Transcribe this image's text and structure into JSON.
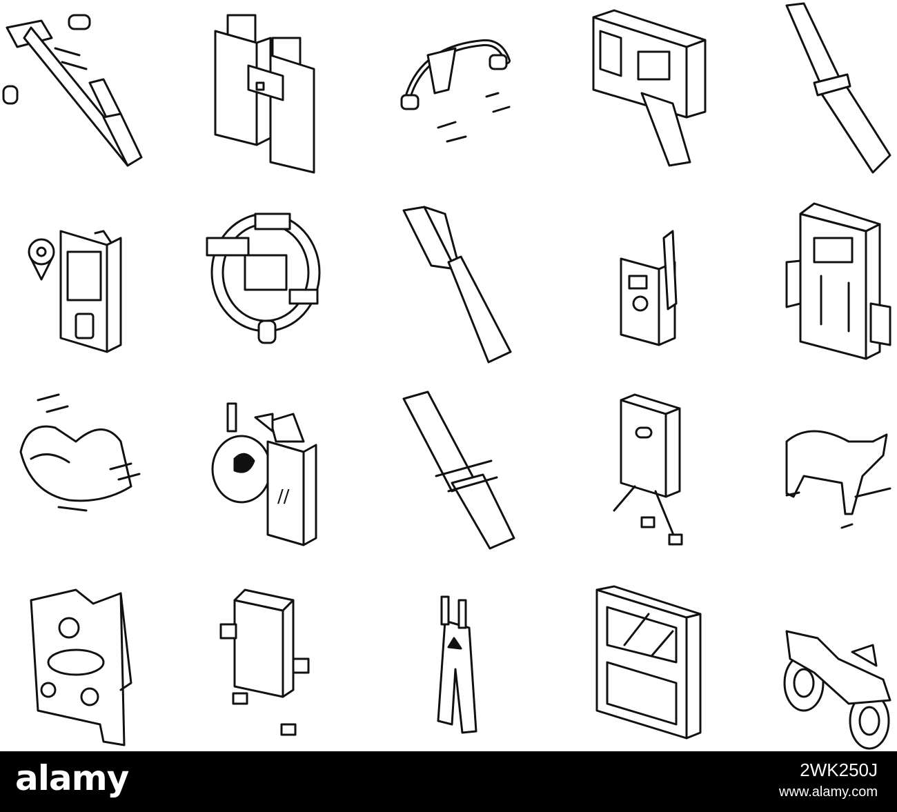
{
  "footer": {
    "logo": "alamy",
    "image_id": "2WK250J",
    "url": "www.alamy.com",
    "background": "#000000",
    "text_color": "#ffffff"
  },
  "icons": [
    {
      "name": "fishing-rod-icon"
    },
    {
      "name": "binoculars-icon"
    },
    {
      "name": "crossbow-icon"
    },
    {
      "name": "rangefinder-icon"
    },
    {
      "name": "knife-icon"
    },
    {
      "name": "gps-navigator-icon"
    },
    {
      "name": "compass-icon"
    },
    {
      "name": "axe-icon"
    },
    {
      "name": "walkie-talkie-icon"
    },
    {
      "name": "backpack-icon"
    },
    {
      "name": "duck-decoy-icon"
    },
    {
      "name": "repellent-spray-icon"
    },
    {
      "name": "machete-icon"
    },
    {
      "name": "tree-stand-icon"
    },
    {
      "name": "deer-icon"
    },
    {
      "name": "camouflage-jacket-icon"
    },
    {
      "name": "hunting-blind-icon"
    },
    {
      "name": "overalls-icon"
    },
    {
      "name": "trail-camera-icon"
    },
    {
      "name": "atv-quad-bike-icon"
    }
  ]
}
